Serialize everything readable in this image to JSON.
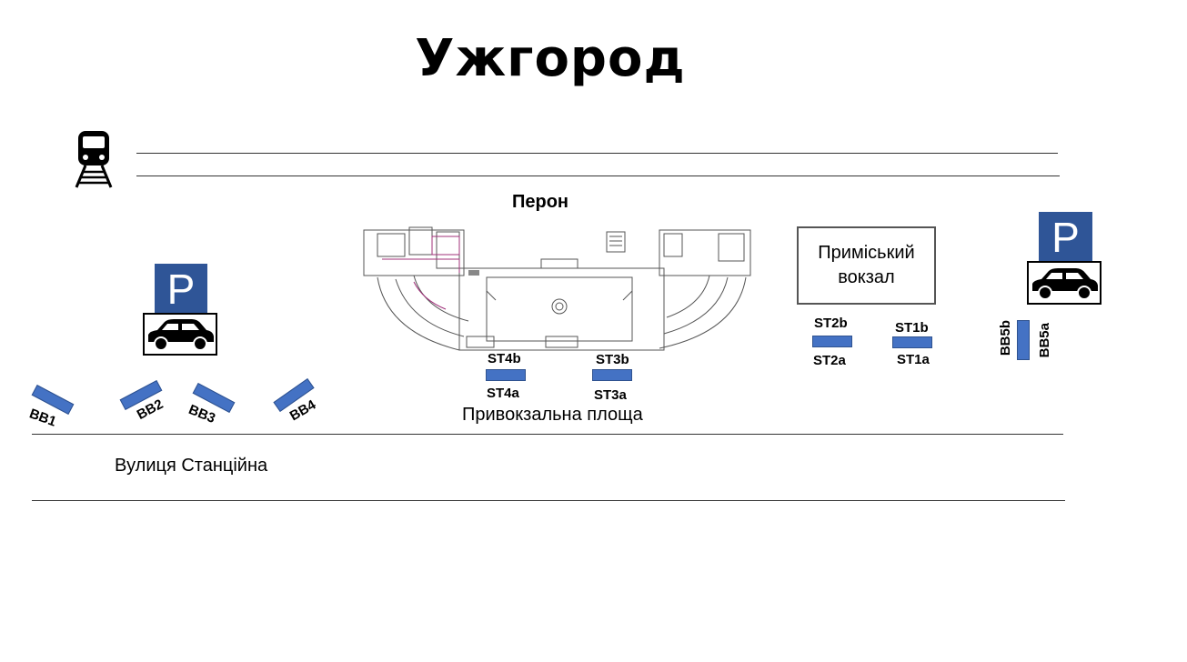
{
  "map": {
    "title": "Ужгород",
    "platform_label": "Перон",
    "square_label": "Привокзальна площа",
    "street_label": "Вулиця Станційна",
    "suburban_station": {
      "line1": "Приміський",
      "line2": "вокзал"
    },
    "parking": [
      {
        "symbol": "P",
        "icon": "car-icon"
      },
      {
        "symbol": "P",
        "icon": "car-icon"
      }
    ],
    "railway_icon": "train-icon",
    "stops": {
      "st4b": "ST4b",
      "st4a": "ST4a",
      "st3b": "ST3b",
      "st3a": "ST3a",
      "st2b": "ST2b",
      "st2a": "ST2a",
      "st1b": "ST1b",
      "st1a": "ST1a",
      "bb1": "BB1",
      "bb2": "BB2",
      "bb3": "BB3",
      "bb4": "BB4",
      "bb5b": "BB5b",
      "bb5a": "BB5a"
    },
    "colors": {
      "stop": "#4472c4",
      "parking": "#2f5597"
    }
  }
}
